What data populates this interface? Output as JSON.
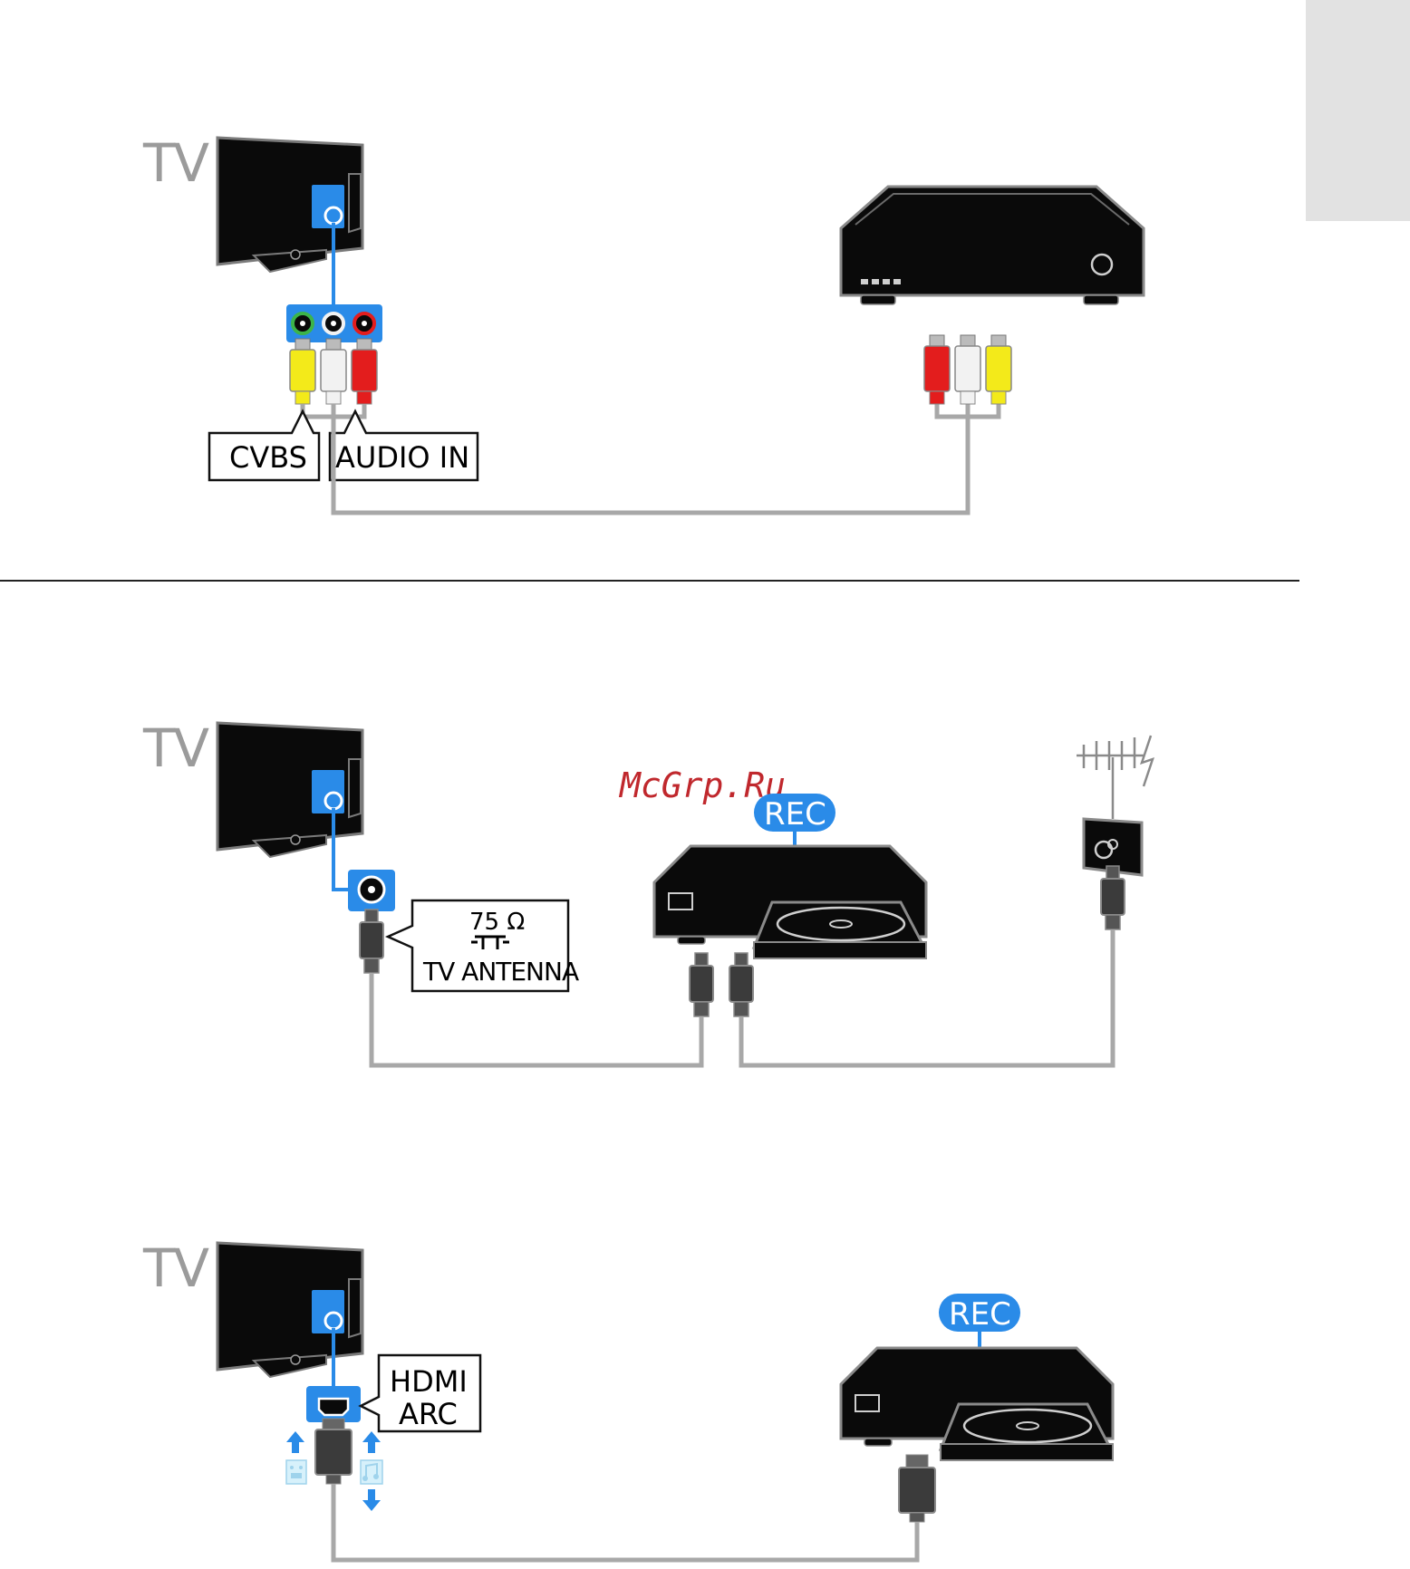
{
  "colors": {
    "accent_blue": "#2a8be8",
    "cable_gray": "#a8a8a8",
    "device_black": "#0a0a0a",
    "tab_gray": "#e2e2e2",
    "rca_yellow": "#f3ea1a",
    "rca_white": "#f2f2f2",
    "rca_red": "#e31d1d",
    "rca_green": "#3cb44a",
    "watermark": "#c0282d"
  },
  "panel1": {
    "tv_label": "TV",
    "cvbs_label": "CVBS",
    "audio_in_label": "AUDIO IN"
  },
  "panel2": {
    "tv_label": "TV",
    "watermark": "McGrp.Ru",
    "rec_badge": "REC",
    "impedance_label": "75 Ω",
    "antenna_label": "TV ANTENNA"
  },
  "panel3": {
    "tv_label": "TV",
    "rec_badge": "REC",
    "hdmi_label_line1": "HDMI",
    "hdmi_label_line2": "ARC"
  },
  "icons": {
    "side_tab": "page-side-tab",
    "separator": "horizontal-divider",
    "tv": "television-icon",
    "settop_box": "set-top-box-icon",
    "recorder": "disc-recorder-icon",
    "antenna": "rooftop-antenna-icon",
    "video_arrow": "video-return-arrow-icon",
    "audio_arrow": "audio-return-arrow-icon"
  }
}
